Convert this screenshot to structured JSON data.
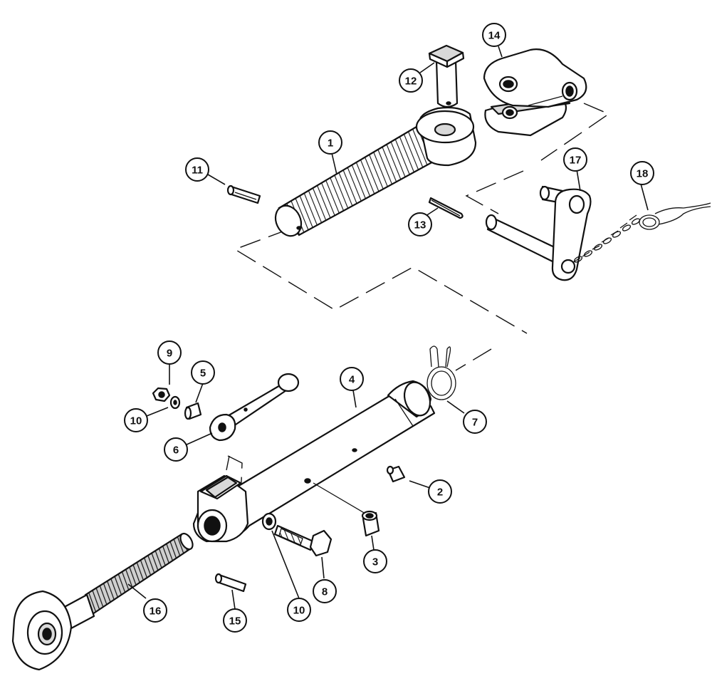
{
  "diagram": {
    "style": "black-and-white exploded parts illustration",
    "callouts": [
      {
        "part": "top-link-end",
        "label": "1"
      },
      {
        "part": "grease-nipple",
        "label": "2"
      },
      {
        "part": "bushing",
        "label": "3"
      },
      {
        "part": "top-link-tube",
        "label": "4"
      },
      {
        "part": "spacer",
        "label": "5"
      },
      {
        "part": "adjusting-handle",
        "label": "6"
      },
      {
        "part": "spring-clip",
        "label": "7"
      },
      {
        "part": "bolt",
        "label": "8"
      },
      {
        "part": "nut",
        "label": "9"
      },
      {
        "part": "washer-upper",
        "label": "10"
      },
      {
        "part": "washer-lower",
        "label": "10"
      },
      {
        "part": "roll-pin-upper",
        "label": "11"
      },
      {
        "part": "pin",
        "label": "12"
      },
      {
        "part": "cotter-pin",
        "label": "13"
      },
      {
        "part": "clevis",
        "label": "14"
      },
      {
        "part": "roll-pin-lower",
        "label": "15"
      },
      {
        "part": "ball-end",
        "label": "16"
      },
      {
        "part": "link-pin",
        "label": "17"
      },
      {
        "part": "chain-and-lynch-pin",
        "label": "18"
      }
    ]
  }
}
